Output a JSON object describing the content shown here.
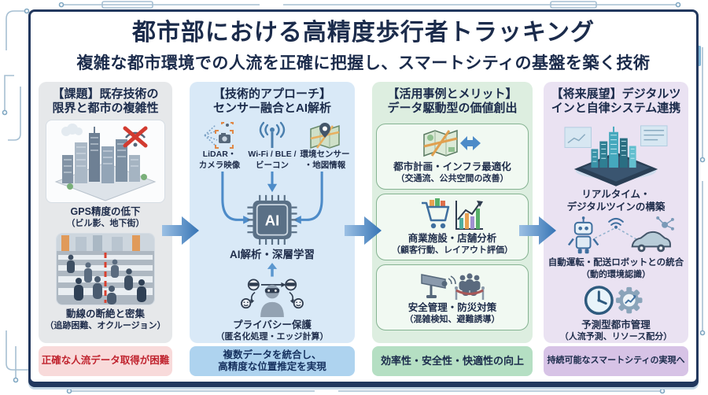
{
  "title": "都市部における高精度歩行者トラッキング",
  "subtitle": "複雑な都市環境での人流を正確に把握し、スマートシティの基盤を築く技術",
  "colors": {
    "title_navy": "#1b2b4b",
    "frame_border": "#22385e",
    "flow_arrow_blue": "#3d7cbe",
    "challenge_bg": "#e6e8ea",
    "challenge_footer_bg": "#f8dada",
    "challenge_footer_text": "#c0232e",
    "approach_bg": "#d9e9f7",
    "approach_footer_bg": "#aed3ef",
    "usecases_bg": "#ddeee0",
    "usecases_card_bg": "#f1f9f2",
    "usecases_footer_bg": "#b5dfc3",
    "future_bg": "#eae2f2",
    "future_footer_bg": "#d7c3e6"
  },
  "columns": {
    "challenge": {
      "header1": "【課題】既存技術の",
      "header2": "限界と都市の複雑性",
      "item1_caption1": "GPS精度の低下",
      "item1_caption2": "（ビル影、地下街）",
      "item2_caption1": "動線の断絶と密集",
      "item2_caption2": "（追跡困難、オクルージョン）",
      "footer": "正確な人流データ取得が困難"
    },
    "approach": {
      "header1": "【技術的アプローチ】",
      "header2": "センサー融合とAI解析",
      "sensor1_line1": "LiDAR・",
      "sensor1_line2": "カメラ映像",
      "sensor2_line1": "Wi-Fi / BLE /",
      "sensor2_line2": "ビーコン",
      "sensor3_line1": "環境センサー",
      "sensor3_line2": "・地図情報",
      "chip_label": "AI",
      "ai_caption": "AI解析・深層学習",
      "privacy_caption1": "プライバシー保護",
      "privacy_caption2": "（匿名化処理・エッジ計算）",
      "footer1": "複数データを統合し、",
      "footer2": "高精度な位置推定を実現"
    },
    "usecases": {
      "header1": "【活用事例とメリット】",
      "header2": "データ駆動型の価値創出",
      "card1_caption1": "都市計画・インフラ最適化",
      "card1_caption2": "（交通流、公共空間の改善）",
      "card2_caption1": "商業施設・店舗分析",
      "card2_caption2": "（顧客行動、レイアウト評価）",
      "card3_caption1": "安全管理・防災対策",
      "card3_caption2": "（混雑検知、避難誘導）",
      "footer": "効率性・安全性・快適性の向上"
    },
    "future": {
      "header1": "【将来展望】デジタルツ",
      "header2": "インと自律システム連携",
      "item1_caption1": "リアルタイム・",
      "item1_caption2": "デジタルツインの構築",
      "item2_caption1": "自動運転・配送ロボットとの統合",
      "item2_caption2": "（動的環境認識）",
      "item3_caption1": "予測型都市管理",
      "item3_caption2": "（人流予測、リソース配分）",
      "footer": "持続可能なスマートシティの実現へ"
    }
  }
}
